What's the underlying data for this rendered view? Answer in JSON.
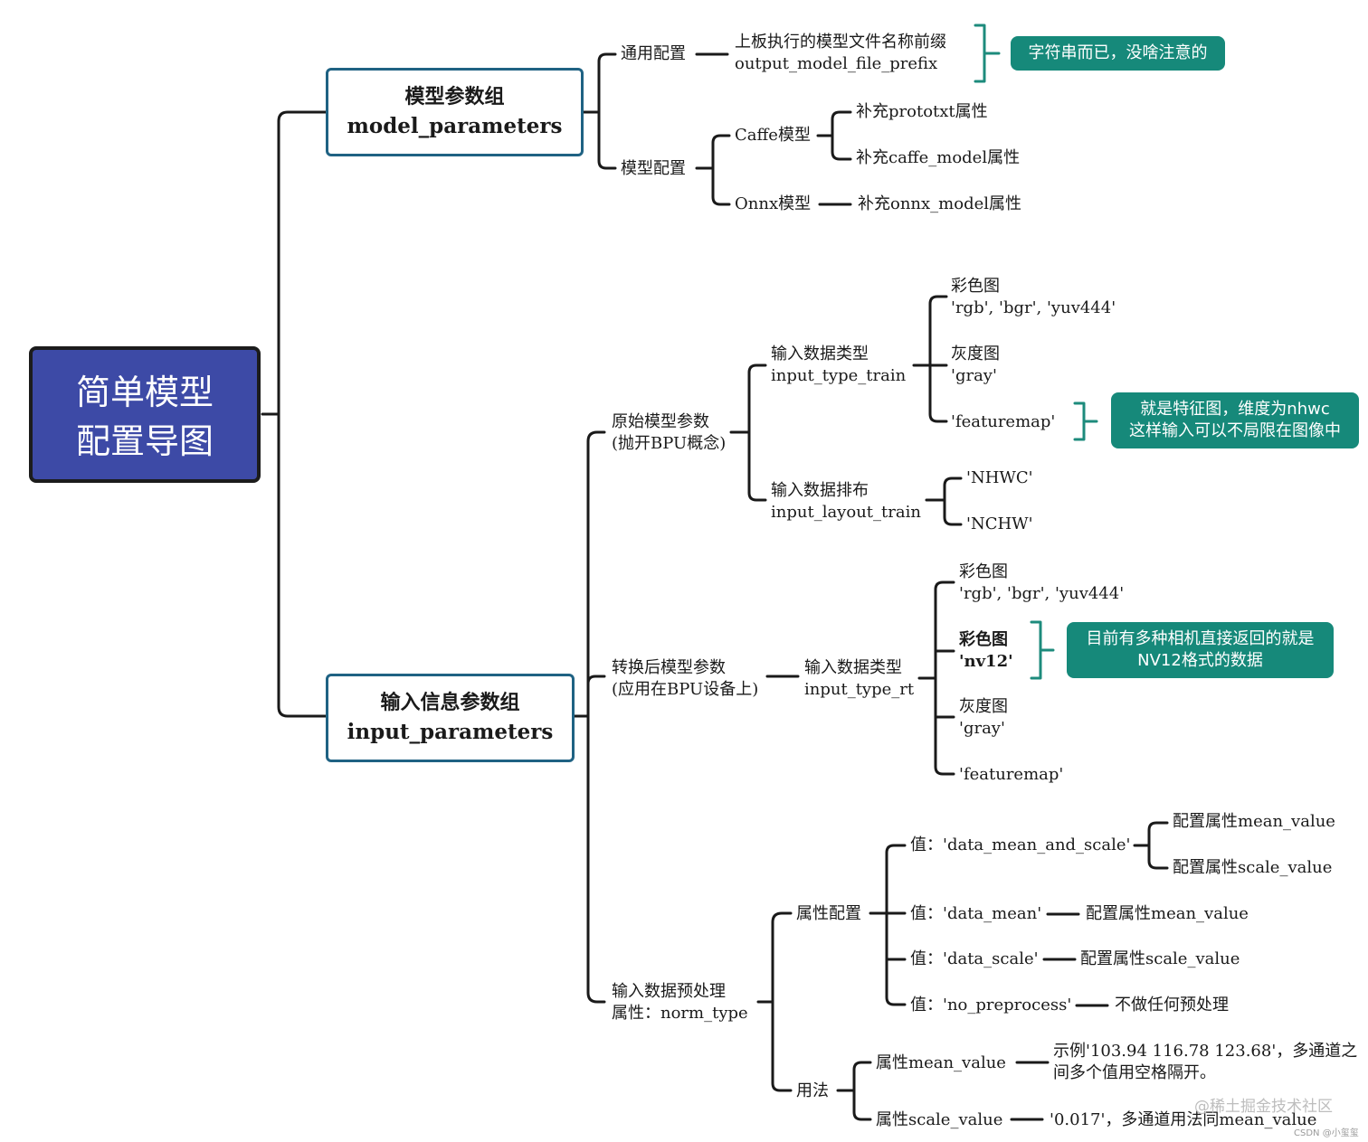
{
  "root": {
    "line1": "简单模型",
    "line2": "配置导图"
  },
  "model_parameters": {
    "title_zh": "模型参数组",
    "title_en": "model_parameters",
    "general": {
      "label": "通用配置",
      "line1": "上板执行的模型文件名称前缀",
      "line2": "output_model_file_prefix",
      "note": "字符串而已，没啥注意的"
    },
    "model_config": {
      "label": "模型配置",
      "caffe": {
        "label": "Caffe模型",
        "items": [
          "补充prototxt属性",
          "补充caffe_model属性"
        ]
      },
      "onnx": {
        "label": "Onnx模型",
        "item": "补充onnx_model属性"
      }
    }
  },
  "input_parameters": {
    "title_zh": "输入信息参数组",
    "title_en": "input_parameters",
    "original": {
      "line1": "原始模型参数",
      "line2": "(抛开BPU概念)",
      "type_train": {
        "line1": "输入数据类型",
        "line2": "input_type_train",
        "options": [
          {
            "line1": "彩色图",
            "line2": "'rgb', 'bgr', 'yuv444'"
          },
          {
            "line1": "灰度图",
            "line2": "'gray'"
          },
          {
            "line1": "'featuremap'"
          }
        ],
        "note_line1": "就是特征图，维度为nhwc",
        "note_line2": "这样输入可以不局限在图像中"
      },
      "layout_train": {
        "line1": "输入数据排布",
        "line2": "input_layout_train",
        "options": [
          "'NHWC'",
          "'NCHW'"
        ]
      }
    },
    "converted": {
      "line1": "转换后模型参数",
      "line2": "(应用在BPU设备上)",
      "type_rt": {
        "line1": "输入数据类型",
        "line2": "input_type_rt",
        "options": [
          {
            "line1": "彩色图",
            "line2": "'rgb', 'bgr', 'yuv444'"
          },
          {
            "line1": "彩色图",
            "line2": "'nv12'"
          },
          {
            "line1": "灰度图",
            "line2": "'gray'"
          },
          {
            "line1": "'featuremap'"
          }
        ],
        "note_line1": "目前有多种相机直接返回的就是",
        "note_line2": "NV12格式的数据"
      }
    },
    "preprocess": {
      "line1": "输入数据预处理",
      "line2": "属性：norm_type",
      "attr_config": {
        "label": "属性配置",
        "values": [
          {
            "value": "值：'data_mean_and_scale'",
            "results": [
              "配置属性mean_value",
              "配置属性scale_value"
            ]
          },
          {
            "value": "值：'data_mean'",
            "results": [
              "配置属性mean_value"
            ]
          },
          {
            "value": "值：'data_scale'",
            "results": [
              "配置属性scale_value"
            ]
          },
          {
            "value": "值：'no_preprocess'",
            "results": [
              "不做任何预处理"
            ]
          }
        ]
      },
      "usage": {
        "label": "用法",
        "mean": {
          "label": "属性mean_value",
          "desc_line1": "示例'103.94 116.78 123.68'，多通道之",
          "desc_line2": "间多个值用空格隔开。"
        },
        "scale": {
          "label": "属性scale_value",
          "desc": "'0.017'，多通道用法同mean_value"
        }
      }
    }
  },
  "watermark": {
    "main": "@稀土掘金技术社区",
    "small": "CSDN @小玺玺"
  },
  "colors": {
    "root_fill": "#3d4aa6",
    "group_border": "#1f6283",
    "note_fill": "#16897a",
    "bracket": "#1d8b7c",
    "line": "#1a1a1a"
  }
}
